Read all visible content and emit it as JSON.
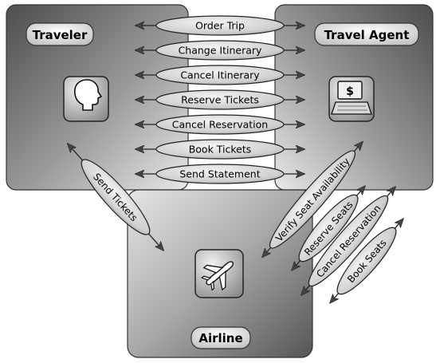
{
  "actors": {
    "traveler": {
      "label": "Traveler",
      "icon": "person-head-icon"
    },
    "travel_agent": {
      "label": "Travel Agent",
      "icon": "computer-terminal-icon"
    },
    "airline": {
      "label": "Airline",
      "icon": "airplane-icon"
    }
  },
  "traveler_agent_messages": [
    "Order Trip",
    "Change Itinerary",
    "Cancel Itinerary",
    "Reserve Tickets",
    "Cancel Reservation",
    "Book Tickets",
    "Send Statement"
  ],
  "airline_traveler_messages": [
    "Send Tickets"
  ],
  "agent_airline_messages": [
    "Verify Seat Availability",
    "Reserve Seats",
    "Cancel Reservation",
    "Book Seats"
  ],
  "agent_icon_symbol": "$",
  "colors": {
    "box_dark": "#5a5a5a",
    "box_light": "#d6d6d6",
    "pill": "#cfcfcf",
    "pill_stroke": "#222222",
    "text": "#000000"
  }
}
